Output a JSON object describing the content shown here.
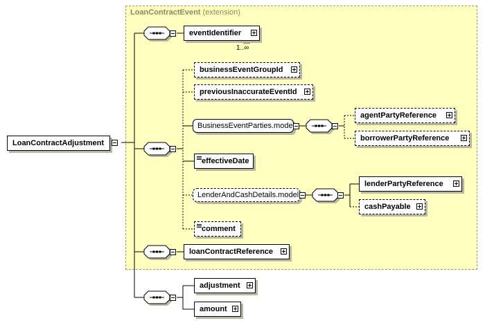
{
  "extension": {
    "name": "LoanContractEvent",
    "suffix": "(extension)"
  },
  "root": {
    "label": "LoanContractAdjustment"
  },
  "elements": {
    "event_identifier": "eventIdentifier",
    "event_identifier_cardinality": "1..∞",
    "business_event_group_id": "businessEventGroupId",
    "previous_inaccurate_event_id": "previousInaccurateEventId",
    "business_event_parties_model": "BusinessEventParties.model",
    "agent_party_reference": "agentPartyReference",
    "borrower_party_reference": "borrowerPartyReference",
    "effective_date": "effectiveDate",
    "lender_and_cash_details_model": "LenderAndCashDetails.model",
    "lender_party_reference": "lenderPartyReference",
    "cash_payable": "cashPayable",
    "comment": "comment",
    "loan_contract_reference": "loanContractReference",
    "adjustment": "adjustment",
    "amount": "amount"
  }
}
